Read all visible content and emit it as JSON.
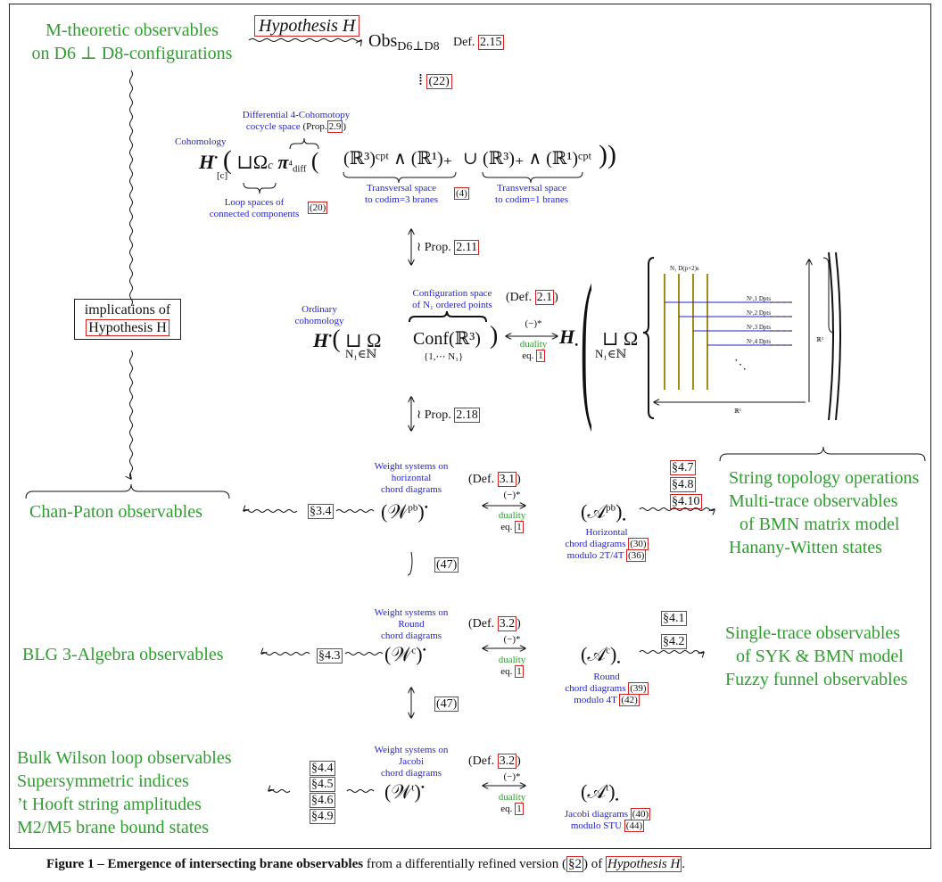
{
  "colors": {
    "green": "#2e9e2e",
    "blue": "#1f1fd6",
    "red": "#d62020",
    "olive": "#a08a1a"
  },
  "top": {
    "left_title": [
      "M-theoretic observables",
      "on D6 ⊥ D8-configurations"
    ],
    "hypothesis": "Hypothesis H",
    "obs": "Obs",
    "obs_sub": "D6⊥D8",
    "obs_def": "Def.",
    "obs_def_ref": "2.15",
    "iso_ref": "(22)"
  },
  "row1": {
    "cohomology": "Cohomology",
    "diff_label": [
      "Differential 4-Cohomotopy",
      "cocycle space"
    ],
    "prop": "(Prop.",
    "prop_ref": "2.9",
    "loop_label": [
      "Loop spaces of",
      "connected components"
    ],
    "loop_ref": "(20)",
    "transversal3": [
      "Transversal space",
      "to codim=3 branes"
    ],
    "transversal1": [
      "Transversal space",
      "to codim=1 branes"
    ],
    "ref4": "(4)",
    "expr_c": "[c]",
    "omega_c": "Ω",
    "r3cpt": "(ℝ³)ᶜᵖᵗ ∧ (ℝ¹)₊",
    "r3plus": "(ℝ³)₊ ∧ (ℝ¹)ᶜᵖᵗ"
  },
  "arrow1": {
    "text": "Prop.",
    "ref": "2.11"
  },
  "implications": [
    "implications of",
    "Hypothesis H"
  ],
  "row2": {
    "ordinary": [
      "Ordinary",
      "cohomology"
    ],
    "config": [
      "Configuration space",
      "of N₁ ordered points"
    ],
    "conf": "Conf(ℝ³)",
    "conf_sub": "{1,⋯ N₁}",
    "def": "(Def.",
    "def_ref": "2.1",
    "dual_top": "(−)*",
    "duality": "duality",
    "eq": "eq.",
    "eq_ref": "1",
    "nfin": "N₁∈ℕ"
  },
  "brane": {
    "nf_label": "N₁ D(p+2)s",
    "dpts": [
      "Nᶜ,1 Dpts",
      "Nᶜ,2 Dpts",
      "Nᶜ,3 Dpts",
      "Nᶜ,4 Dpts"
    ],
    "r3": "ℝ³",
    "r1": "ℝ¹"
  },
  "arrow2": {
    "text": "Prop.",
    "ref": "2.18"
  },
  "row3": {
    "left": "Chan-Paton observables",
    "sec": "§3.4",
    "weight": [
      "Weight systems on",
      "horizontal",
      "chord diagrams"
    ],
    "def": "(Def.",
    "def_ref": "3.1",
    "dual_top": "(−)*",
    "duality": "duality",
    "eq": "eq.",
    "eq_ref": "1",
    "chord": [
      "Horizontal",
      "chord diagrams",
      "modulo 2T/4T"
    ],
    "chord_ref1": "(30)",
    "chord_ref2": "(36)",
    "secs": [
      "§4.7",
      "§4.8",
      "§4.10"
    ],
    "right": [
      "String topology operations",
      "Multi-trace observables",
      "of BMN matrix model",
      "Hanany-Witten states"
    ],
    "arrow_ref": "(47)"
  },
  "row4": {
    "left": "BLG 3-Algebra observables",
    "sec": "§4.3",
    "weight": [
      "Weight systems on",
      "Round",
      "chord diagrams"
    ],
    "def": "(Def.",
    "def_ref": "3.2",
    "dual_top": "(−)*",
    "duality": "duality",
    "eq": "eq.",
    "eq_ref": "1",
    "chord": [
      "Round",
      "chord diagrams",
      "modulo 4T"
    ],
    "chord_ref1": "(39)",
    "chord_ref2": "(42)",
    "secs": [
      "§4.1",
      "§4.2"
    ],
    "right": [
      "Single-trace observables",
      "of SYK & BMN model",
      "Fuzzy funnel observables"
    ],
    "arrow_ref": "(47)"
  },
  "row5": {
    "left": [
      "Bulk Wilson loop observables",
      "Supersymmetric indices",
      "’t Hooft string amplitudes",
      "M2/M5 brane bound states"
    ],
    "secs": [
      "§4.4",
      "§4.5",
      "§4.6",
      "§4.9"
    ],
    "weight": [
      "Weight systems on",
      "Jacobi",
      "chord diagrams"
    ],
    "def": "(Def.",
    "def_ref": "3.2",
    "dual_top": "(−)*",
    "duality": "duality",
    "eq": "eq.",
    "eq_ref": "1",
    "chord": [
      "Jacobi diagrams",
      "modulo STU"
    ],
    "chord_ref1": "(40)",
    "chord_ref2": "(44)"
  },
  "caption": {
    "label": "Figure 1 – Emergence of intersecting brane observables",
    "mid": " from a differentially refined version (",
    "ref": "§2",
    "mid2": ") of ",
    "hyp": "Hypothesis H",
    "end": "."
  }
}
